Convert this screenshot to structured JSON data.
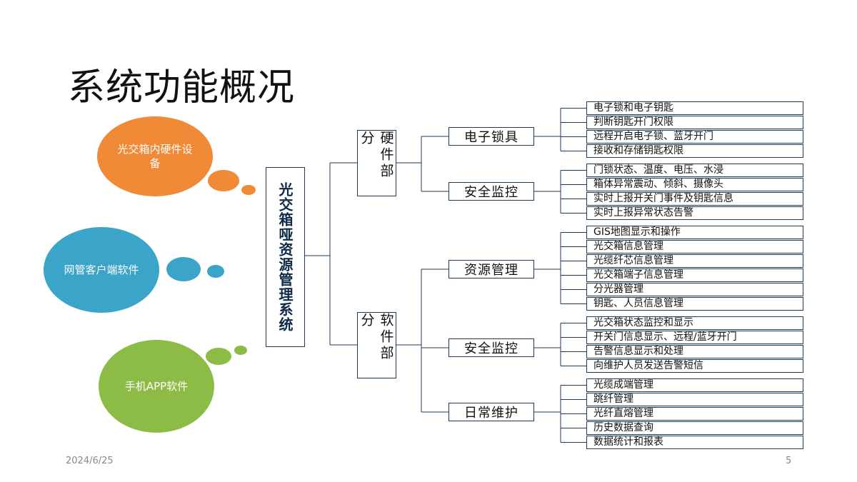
{
  "slide": {
    "title": "系统功能概况",
    "date": "2024/6/25",
    "page_number": "5"
  },
  "bubbles": {
    "hardware": "光交箱内硬件设备",
    "client": "网管客户端软件",
    "mobile": "手机APP软件"
  },
  "colors": {
    "orange": "#f08a36",
    "blue": "#3aa5c9",
    "green": "#8cbc46",
    "border": "#1f3b57"
  },
  "tree": {
    "root": "光交箱哑资源管理系统",
    "categories": [
      {
        "label": "硬件部分",
        "groups": [
          {
            "label": "电子锁具",
            "items": [
              "电子锁和电子钥匙",
              "判断钥匙开门权限",
              "远程开启电子锁、蓝牙开门",
              "接收和存储钥匙权限"
            ]
          },
          {
            "label": "安全监控",
            "items": [
              "门锁状态、温度、电压、水浸",
              "箱体异常震动、倾斜、摄像头",
              "实时上报开关门事件及钥匙信息",
              "实时上报异常状态告警"
            ]
          }
        ]
      },
      {
        "label": "软件部分",
        "groups": [
          {
            "label": "资源管理",
            "items": [
              "GIS地图显示和操作",
              "光交箱信息管理",
              "光缆纤芯信息管理",
              "光交箱端子信息管理",
              "分光器管理",
              "钥匙、人员信息管理"
            ]
          },
          {
            "label": "安全监控",
            "items": [
              "光交箱状态监控和显示",
              "开关门信息显示、远程/蓝牙开门",
              "告警信息显示和处理",
              "向维护人员发送告警短信"
            ]
          },
          {
            "label": "日常维护",
            "items": [
              "光缆成端管理",
              "跳纤管理",
              "光纤直熔管理",
              "历史数据查询",
              "数据统计和报表"
            ]
          }
        ]
      }
    ]
  }
}
